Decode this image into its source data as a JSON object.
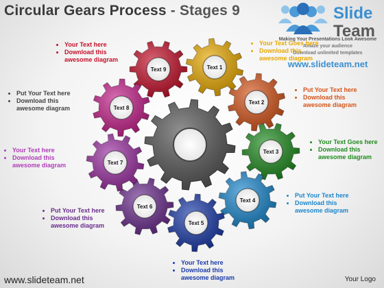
{
  "title": {
    "main": "Circular Gears Process",
    "separator": " - ",
    "stage": "Stages 9"
  },
  "logo": {
    "brand_line1": "Slide",
    "brand_line2": "Team",
    "tagline1": "Making Your Presentations Look Awesome",
    "tagline2": "Amaze your audience",
    "tagline3": "Download unlimited templates",
    "url": "www.slideteam.net"
  },
  "colors": {
    "text9": "#c4102a",
    "text1": "#e8a800",
    "text2": "#d4541a",
    "text3": "#1f8a1f",
    "text4": "#1a86cc",
    "text5": "#1a3aa8",
    "text6": "#6a2c8c",
    "text7": "#9a2fa0",
    "text8": "#c4208a",
    "center": "#555555"
  },
  "gears": [
    {
      "id": "g9",
      "label": "Text 9"
    },
    {
      "id": "g1",
      "label": "Text 1"
    },
    {
      "id": "g2",
      "label": "Text 2"
    },
    {
      "id": "g3",
      "label": "Text 3"
    },
    {
      "id": "g4",
      "label": "Text 4"
    },
    {
      "id": "g5",
      "label": "Text 5"
    },
    {
      "id": "g6",
      "label": "Text 6"
    },
    {
      "id": "g7",
      "label": "Text 7"
    },
    {
      "id": "g8",
      "label": "Text 8"
    }
  ],
  "captions": {
    "c9": {
      "line1": "Your Text  here",
      "line2": "Download this",
      "line3": "awesome diagram"
    },
    "c1": {
      "line1": "Your Text Goes here",
      "line2": "Download this",
      "line3": "awesome diagram"
    },
    "c2": {
      "line1": "Put Your Text here",
      "line2": "Download this",
      "line3": "awesome diagram"
    },
    "c3": {
      "line1": "Your Text Goes here",
      "line2": "Download this",
      "line3": "awesome diagram"
    },
    "c4": {
      "line1": "Put Your Text  here",
      "line2": "Download this",
      "line3": "awesome diagram"
    },
    "c5": {
      "line1": "Your Text  here",
      "line2": "Download this",
      "line3": "awesome diagram"
    },
    "c6": {
      "line1": "Put Your Text  here",
      "line2": "Download this",
      "line3": "awesome diagram"
    },
    "c7": {
      "line1": "Your Text  here",
      "line2": "Download this",
      "line3": "awesome diagram"
    },
    "c8": {
      "line1": "Put Your Text  here",
      "line2": "Download this",
      "line3": "awesome diagram"
    }
  },
  "footer": {
    "left": "www.slideteam.net",
    "right": "Your Logo"
  }
}
